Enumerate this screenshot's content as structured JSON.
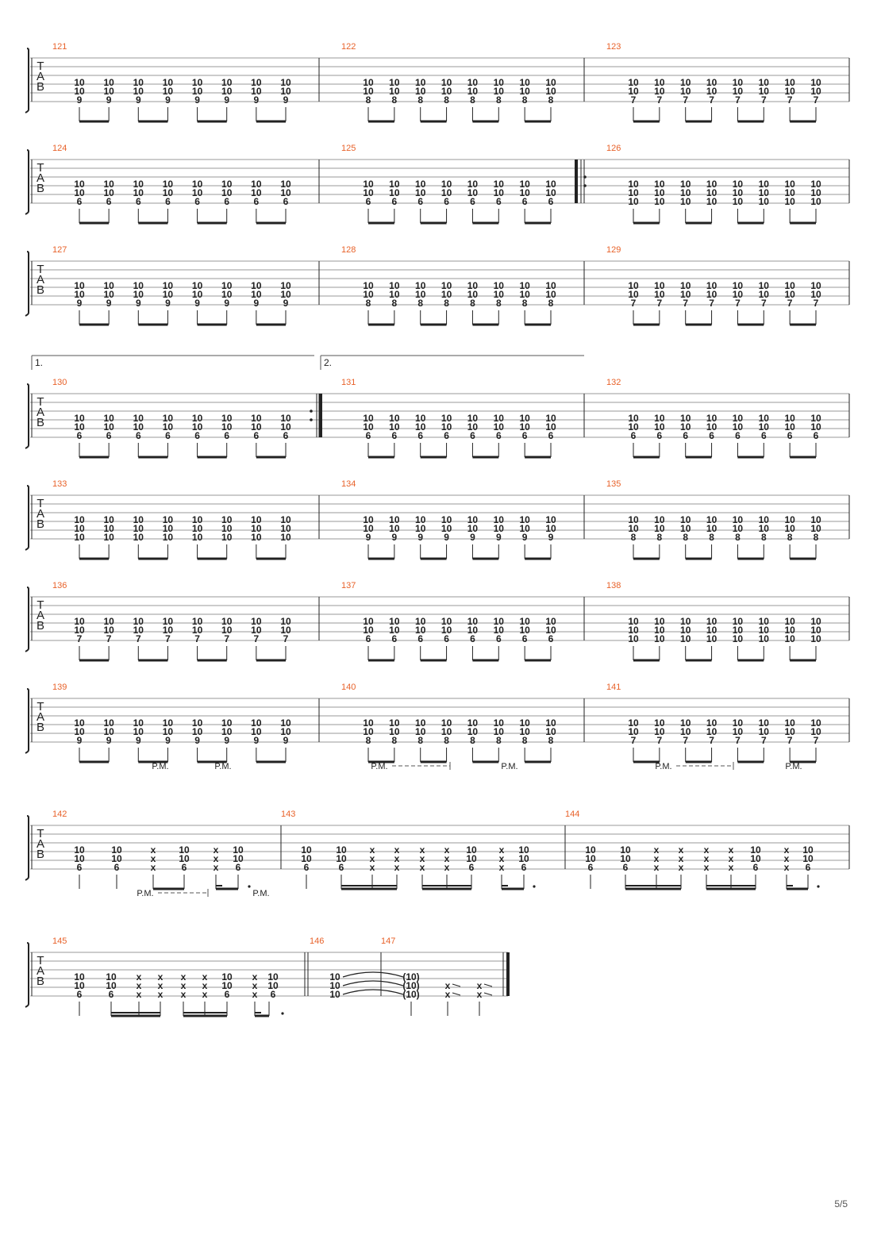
{
  "page": {
    "number": "5/5"
  },
  "labels": {
    "tab_clef": [
      "T",
      "A",
      "B"
    ],
    "palm_mute": "P.M.",
    "volta_1": "1.",
    "volta_2": "2."
  },
  "colors": {
    "measure_number": "#e8622a",
    "ink": "#222222",
    "staff_line": "#999999"
  },
  "systems": [
    {
      "measures": [
        {
          "number": "121",
          "chord": [
            "10",
            "10",
            "9"
          ],
          "repeat": 8
        },
        {
          "number": "122",
          "chord": [
            "10",
            "10",
            "8"
          ],
          "repeat": 8
        },
        {
          "number": "123",
          "chord": [
            "10",
            "10",
            "7"
          ],
          "repeat": 8
        }
      ]
    },
    {
      "measures": [
        {
          "number": "124",
          "chord": [
            "10",
            "10",
            "6"
          ],
          "repeat": 8
        },
        {
          "number": "125",
          "chord": [
            "10",
            "10",
            "6"
          ],
          "repeat": 8
        },
        {
          "number": "126",
          "chord": [
            "10",
            "10",
            "10"
          ],
          "repeat": 8,
          "repeat_start": true
        }
      ]
    },
    {
      "measures": [
        {
          "number": "127",
          "chord": [
            "10",
            "10",
            "9"
          ],
          "repeat": 8
        },
        {
          "number": "128",
          "chord": [
            "10",
            "10",
            "8"
          ],
          "repeat": 8
        },
        {
          "number": "129",
          "chord": [
            "10",
            "10",
            "7"
          ],
          "repeat": 8
        }
      ]
    },
    {
      "volta": true,
      "measures": [
        {
          "number": "130",
          "chord": [
            "10",
            "10",
            "6"
          ],
          "repeat": 8,
          "repeat_end": true
        },
        {
          "number": "131",
          "chord": [
            "10",
            "10",
            "6"
          ],
          "repeat": 8
        },
        {
          "number": "132",
          "chord": [
            "10",
            "10",
            "6"
          ],
          "repeat": 8
        }
      ]
    },
    {
      "measures": [
        {
          "number": "133",
          "chord": [
            "10",
            "10",
            "10"
          ],
          "repeat": 8
        },
        {
          "number": "134",
          "chord": [
            "10",
            "10",
            "9"
          ],
          "repeat": 8
        },
        {
          "number": "135",
          "chord": [
            "10",
            "10",
            "8"
          ],
          "repeat": 8
        }
      ]
    },
    {
      "measures": [
        {
          "number": "136",
          "chord": [
            "10",
            "10",
            "7"
          ],
          "repeat": 8
        },
        {
          "number": "137",
          "chord": [
            "10",
            "10",
            "6"
          ],
          "repeat": 8
        },
        {
          "number": "138",
          "chord": [
            "10",
            "10",
            "10"
          ],
          "repeat": 8
        }
      ]
    },
    {
      "measures": [
        {
          "number": "139",
          "chord": [
            "10",
            "10",
            "9"
          ],
          "repeat": 8
        },
        {
          "number": "140",
          "chord": [
            "10",
            "10",
            "8"
          ],
          "repeat": 8
        },
        {
          "number": "141",
          "chord": [
            "10",
            "10",
            "7"
          ],
          "repeat": 8
        }
      ]
    },
    {
      "pm": true,
      "measures": [
        {
          "number": "142",
          "events": [
            [
              "10",
              "10",
              "6"
            ],
            [
              "10",
              "10",
              "6"
            ],
            [
              "x",
              "x",
              "x"
            ],
            [
              "10",
              "10",
              "6"
            ],
            [
              "x",
              "x",
              "x"
            ],
            [
              "10",
              "10",
              "6"
            ]
          ]
        },
        {
          "number": "143",
          "events": [
            [
              "10",
              "10",
              "6"
            ],
            [
              "10",
              "10",
              "6"
            ],
            [
              "x",
              "x",
              "x"
            ],
            [
              "x",
              "x",
              "x"
            ],
            [
              "x",
              "x",
              "x"
            ],
            [
              "x",
              "x",
              "x"
            ],
            [
              "10",
              "10",
              "6"
            ],
            [
              "x",
              "x",
              "x"
            ],
            [
              "10",
              "10",
              "6"
            ]
          ]
        },
        {
          "number": "144",
          "events": [
            [
              "10",
              "10",
              "6"
            ],
            [
              "10",
              "10",
              "6"
            ],
            [
              "x",
              "x",
              "x"
            ],
            [
              "x",
              "x",
              "x"
            ],
            [
              "x",
              "x",
              "x"
            ],
            [
              "x",
              "x",
              "x"
            ],
            [
              "10",
              "10",
              "6"
            ],
            [
              "x",
              "x",
              "x"
            ],
            [
              "10",
              "10",
              "6"
            ]
          ]
        }
      ]
    },
    {
      "pm": true,
      "measures": [
        {
          "number": "145",
          "events": [
            [
              "10",
              "10",
              "6"
            ],
            [
              "10",
              "10",
              "6"
            ],
            [
              "x",
              "x",
              "x"
            ],
            [
              "x",
              "x",
              "x"
            ],
            [
              "x",
              "x",
              "x"
            ],
            [
              "x",
              "x",
              "x"
            ],
            [
              "10",
              "10",
              "6"
            ],
            [
              "x",
              "x",
              "x"
            ],
            [
              "10",
              "10",
              "6"
            ]
          ]
        },
        {
          "number": "146",
          "events": [
            [
              "10",
              "10",
              "10"
            ]
          ]
        },
        {
          "number": "147",
          "events": [
            [
              "(10)",
              "(10)",
              "(10)"
            ],
            [
              "",
              "x",
              "x"
            ],
            [
              "",
              "x",
              "x"
            ]
          ]
        }
      ]
    }
  ]
}
